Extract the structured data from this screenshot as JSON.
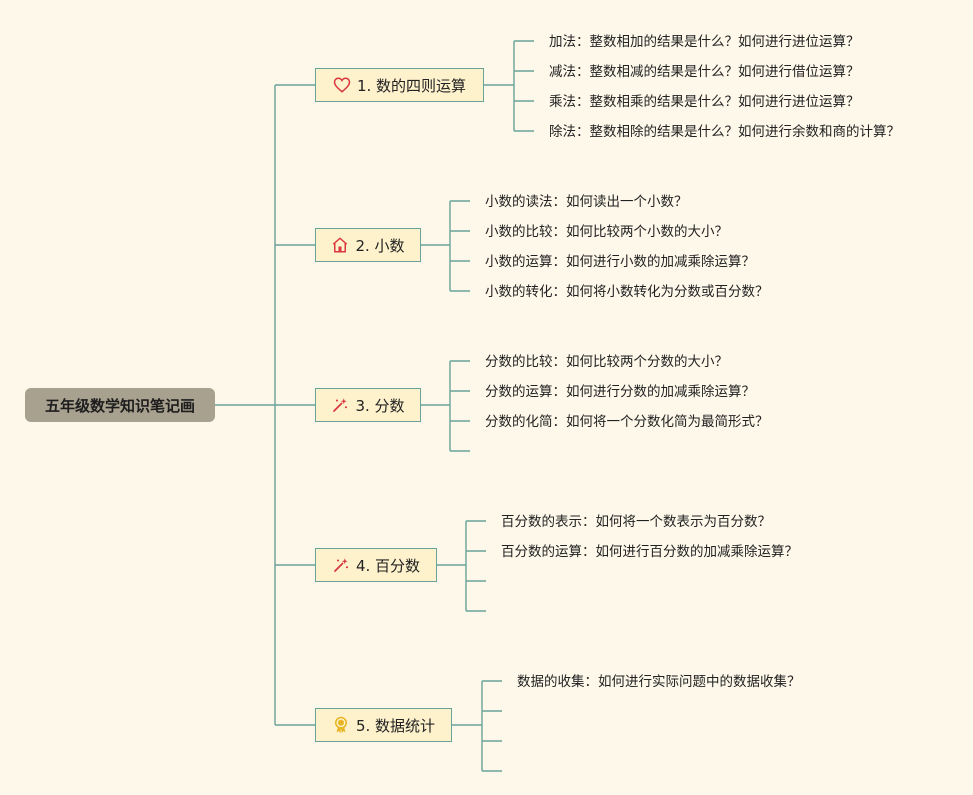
{
  "root": {
    "label": "五年级数学知识笔记画"
  },
  "branches": [
    {
      "label": "1. 数的四则运算",
      "icon": "heart-icon",
      "leaves": [
        "加法：整数相加的结果是什么？如何进行进位运算？",
        "减法：整数相减的结果是什么？如何进行借位运算？",
        "乘法：整数相乘的结果是什么？如何进行进位运算？",
        "除法：整数相除的结果是什么？如何进行余数和商的计算？"
      ]
    },
    {
      "label": "2. 小数",
      "icon": "house-icon",
      "leaves": [
        "小数的读法：如何读出一个小数？",
        "小数的比较：如何比较两个小数的大小？",
        "小数的运算：如何进行小数的加减乘除运算？",
        "小数的转化：如何将小数转化为分数或百分数？"
      ]
    },
    {
      "label": "3. 分数",
      "icon": "magic-wand-icon",
      "leaves": [
        "分数的比较：如何比较两个分数的大小？",
        "分数的运算：如何进行分数的加减乘除运算？",
        "分数的化简：如何将一个分数化简为最简形式？",
        ""
      ]
    },
    {
      "label": "4. 百分数",
      "icon": "magic-wand-icon",
      "leaves": [
        "百分数的表示：如何将一个数表示为百分数？",
        "百分数的运算：如何进行百分数的加减乘除运算？",
        "",
        ""
      ]
    },
    {
      "label": "5. 数据统计",
      "icon": "medal-icon",
      "leaves": [
        "数据的收集：如何进行实际问题中的数据收集？",
        "",
        "",
        ""
      ]
    }
  ],
  "colors": {
    "background": "#fdf8ea",
    "root_fill": "#a9a18f",
    "branch_fill": "#fdf2cc",
    "line": "#6aa39a",
    "icon_red": "#d9363e",
    "icon_gold": "#e8b423"
  }
}
